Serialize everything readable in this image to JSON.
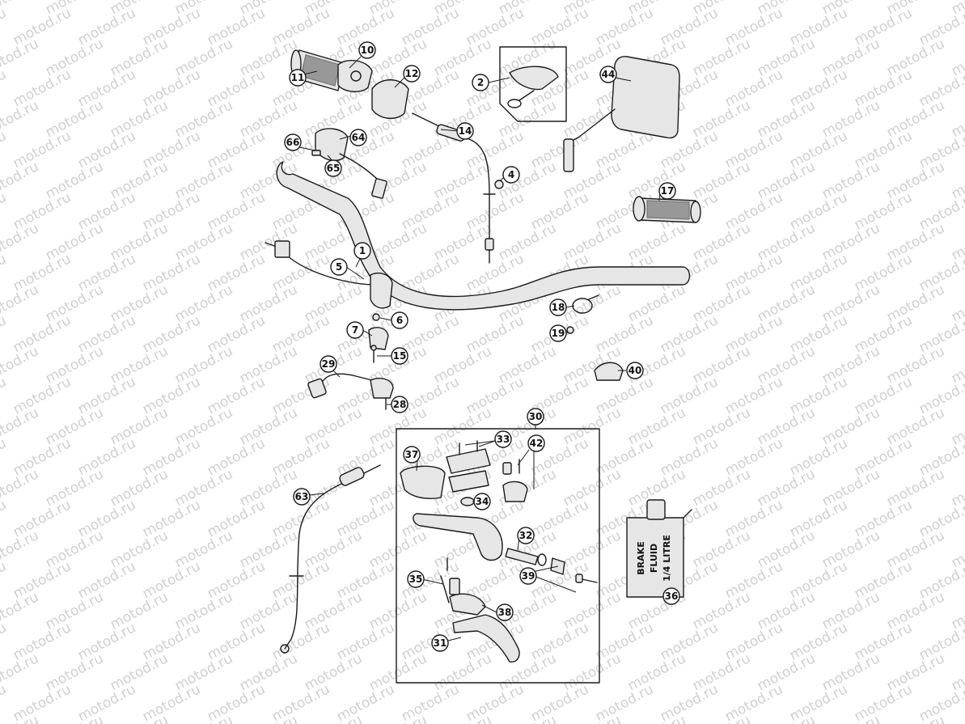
{
  "watermark": {
    "text": "motod.ru"
  },
  "callouts": [
    {
      "id": "1",
      "label": "1"
    },
    {
      "id": "2",
      "label": "2"
    },
    {
      "id": "4",
      "label": "4"
    },
    {
      "id": "5",
      "label": "5"
    },
    {
      "id": "6",
      "label": "6"
    },
    {
      "id": "7",
      "label": "7"
    },
    {
      "id": "10",
      "label": "10"
    },
    {
      "id": "11",
      "label": "11"
    },
    {
      "id": "12",
      "label": "12"
    },
    {
      "id": "14",
      "label": "14"
    },
    {
      "id": "15",
      "label": "15"
    },
    {
      "id": "17",
      "label": "17"
    },
    {
      "id": "18",
      "label": "18"
    },
    {
      "id": "19",
      "label": "19"
    },
    {
      "id": "28",
      "label": "28"
    },
    {
      "id": "29",
      "label": "29"
    },
    {
      "id": "30",
      "label": "30"
    },
    {
      "id": "31",
      "label": "31"
    },
    {
      "id": "32",
      "label": "32"
    },
    {
      "id": "33",
      "label": "33"
    },
    {
      "id": "34",
      "label": "34"
    },
    {
      "id": "35",
      "label": "35"
    },
    {
      "id": "36",
      "label": "36"
    },
    {
      "id": "37",
      "label": "37"
    },
    {
      "id": "38",
      "label": "38"
    },
    {
      "id": "39",
      "label": "39"
    },
    {
      "id": "40",
      "label": "40"
    },
    {
      "id": "42",
      "label": "42"
    },
    {
      "id": "44",
      "label": "44"
    },
    {
      "id": "63",
      "label": "63"
    },
    {
      "id": "64",
      "label": "64"
    },
    {
      "id": "65",
      "label": "65"
    },
    {
      "id": "66",
      "label": "66"
    }
  ],
  "brake_fluid_label": {
    "line1": "BRAKE",
    "line2": "FLUID",
    "line3": "1/4 LITRE"
  }
}
